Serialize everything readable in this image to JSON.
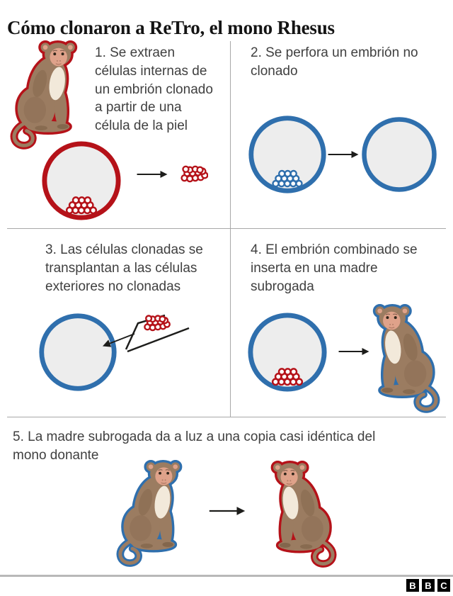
{
  "title": "Cómo clonaron a ReTro, el mono Rhesus",
  "steps": [
    {
      "label": "1. Se extraen\ncélulas internas de\nun embrión clonado\na partir de una\ncélula de la piel"
    },
    {
      "label": "2. Se perfora un embrión no\nclonado"
    },
    {
      "label": "3. Las células clonadas se\ntransplantan a las células\nexteriores no clonadas"
    },
    {
      "label": "4. El embrión combinado se\ninserta en una madre\nsubrogada"
    },
    {
      "label": "5. La madre subrogada da a luz a una copia casi idéntica del\nmono donante"
    }
  ],
  "colors": {
    "cloned_red": "#b51219",
    "noncloned_blue": "#2f6fad",
    "embryo_fill": "#ededed",
    "monkey_body": "#9b7c61",
    "monkey_shade": "#83664c",
    "monkey_chest": "#f2e9da",
    "monkey_face": "#dfa28a",
    "arrow_black": "#1d1d1b",
    "divider_gray": "#a8a8a8",
    "text_gray": "#404040",
    "title_black": "#141414"
  },
  "graphics": {
    "donor-monkey-icon": {
      "type": "monkey",
      "outline": "cloned_red",
      "mirror": false
    },
    "cloned-embryo-icon": {
      "type": "embryo",
      "outline": "cloned_red",
      "cells": "cloned_red"
    },
    "step1-arrow-icon": {
      "type": "arrow"
    },
    "extracted-cells-icon": {
      "type": "cluster",
      "color": "cloned_red"
    },
    "noncloned-embryo-icon": {
      "type": "embryo",
      "outline": "noncloned_blue",
      "cells": "noncloned_blue"
    },
    "step2-arrow-icon": {
      "type": "arrow"
    },
    "emptied-embryo-icon": {
      "type": "embryo",
      "outline": "noncloned_blue",
      "cells": null
    },
    "host-embryo-icon": {
      "type": "embryo",
      "outline": "noncloned_blue",
      "cells": null
    },
    "pipette-icon": {
      "type": "pipette",
      "color": "cloned_red"
    },
    "combined-embryo-icon": {
      "type": "embryo",
      "outline": "noncloned_blue",
      "cells": "cloned_red"
    },
    "step4-arrow-icon": {
      "type": "arrow"
    },
    "surrogate-monkey-icon": {
      "type": "monkey",
      "outline": "noncloned_blue",
      "mirror": true
    },
    "surrogate-monkey2-icon": {
      "type": "monkey",
      "outline": "noncloned_blue",
      "mirror": false
    },
    "step5-arrow-icon": {
      "type": "arrow"
    },
    "clone-monkey-icon": {
      "type": "monkey",
      "outline": "cloned_red",
      "mirror": true
    }
  },
  "logo": {
    "letters": [
      "B",
      "B",
      "C"
    ]
  }
}
